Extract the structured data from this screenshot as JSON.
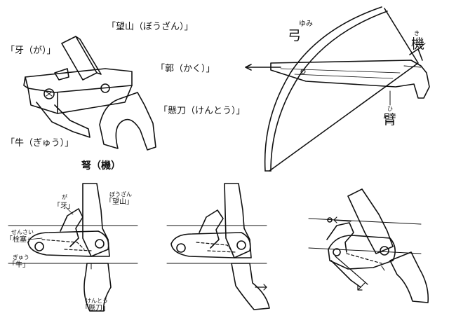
{
  "top_labels": {
    "wangshan": "「望山（ぼうざん）」",
    "ya": "「牙（が）」",
    "guo": "「郭（かく）」",
    "xuandao": "「懸刀（けんとう）」",
    "niu": "「牛（ぎゅう）」"
  },
  "crossbow_labels": {
    "gong": "弓",
    "gong_ruby": "ゆみ",
    "ji": "機",
    "ji_ruby": "き",
    "bi": "臂",
    "bi_ruby": "ひ"
  },
  "section_title": "弩（機）",
  "bottom_labels": {
    "ya": "「牙」",
    "ya_ruby": "が",
    "wangshan": "「望山」",
    "wangshan_ruby": "ぼうざん",
    "shuanse": "「栓塞」",
    "shuanse_ruby": "せんさい",
    "niu": "「牛」",
    "niu_ruby": "ぎゅう",
    "xuandao": "「懸刀」",
    "xuandao_ruby": "けんとう"
  }
}
